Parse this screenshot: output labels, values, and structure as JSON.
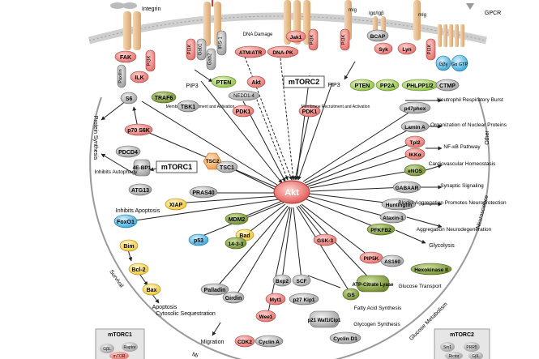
{
  "colors": {
    "red_node": "#f08a86",
    "red_node_dark": "#e25f5a",
    "gray_node": "#b5b5b5",
    "green_node": "#9fcc58",
    "olive_node": "#7e9a3c",
    "yellow_node": "#f7d64a",
    "orange_node": "#f2a65a",
    "blue_node": "#4fb6e6",
    "receptor": "#efc79b",
    "membrane": "#c9c9c9"
  },
  "membrane": {
    "receptors": {
      "integrin": "Integrin",
      "gpcr": "GPCR",
      "mig1": "mIg",
      "mig2": "mIg",
      "igab": "Igα/Igβ"
    }
  },
  "nodes": {
    "fak": "FAK",
    "paxillin": "Paxillin",
    "ilk": "ILK",
    "pi3k_left": "PI3K",
    "pi3k_gab": "PI3K",
    "gab1": "Gab1",
    "gab2": "Gab2",
    "irs1": "IRS-1",
    "dna_damage": "DNA Damage",
    "atm_atr": "ATM/ATR",
    "dna_pk": "DNA-PK",
    "jak1": "Jak1",
    "pi3k_jak": "PI3K",
    "pi3k_bcr": "PI3K",
    "bcap": "BCAP",
    "syk": "Syk",
    "lyn": "Lyn",
    "pi3k_gpcr": "PI3K",
    "gbg": "Gβγ",
    "gagtp": "Gα GTP",
    "pip3_left": "PIP3",
    "pten_left": "PTEN",
    "akt_small": "Akt",
    "nedd": "NEDD1-4",
    "pdk1_left": "PDK1",
    "membrane_recruit_left": "Membrane Recruitment and Activation",
    "mtorc2": "mTORC2",
    "pip3_right": "PIP3",
    "pten_right": "PTEN",
    "pp2a": "PP2A",
    "phlpp": "PHLPP1/2",
    "ctmp": "CTMP",
    "pdk1_right": "PDK1",
    "membrane_recruit_right": "Membrane Recruitment and Activation",
    "s6": "S6",
    "traf6": "TRAF6",
    "tbk1": "TBK1",
    "p70s6k": "p70 S6K",
    "pdcd4": "PDCD4",
    "ebp1": "4E-BP1",
    "mtorc1": "mTORC1",
    "tsc2": "TSC2",
    "tsc1": "TSC1",
    "inhibits_autophagy": "Inhibits Autophagy",
    "atg13": "ATG13",
    "pras40": "PRAS40",
    "akt": "Akt",
    "xiap": "XIAP",
    "inhibits_apoptosis": "Inhibits Apoptosis",
    "foxo1": "FoxO1",
    "mdm2": "MDM2",
    "p53": "p53",
    "bim": "Bim",
    "bad": "Bad",
    "ywhaz": "14-3-3",
    "bcl2": "Bcl-2",
    "bax": "Bax",
    "apoptosis": "Apoptosis",
    "palladin": "Palladin",
    "cyto_seq": "Cytosolic Sequestration",
    "girdin": "Girdin",
    "migration": "Migration",
    "bxp2": "Bxp2",
    "scf": "SCF",
    "myt1": "Myt1",
    "p27": "p27 Kip1",
    "wee1": "Wee1",
    "p21": "p21 Waf1/Cip1",
    "cdk2": "CDK2",
    "cyclin_a": "Cyclin A",
    "cyclin_d1": "Cyclin D1",
    "gsk3": "GSK-3",
    "pip5k": "PIP5K",
    "as160": "AS160",
    "acly": "ATP-Citrate Lyase",
    "gs": "GS",
    "fatty_acid": "Fatty Acid Synthesis",
    "glycogen": "Glycogen Synthesis",
    "glucose_transport": "Glucose Transport",
    "hexokinase": "Hexokinase II",
    "glycolysis": "Glycolysis",
    "pfkfb2": "PFKFB2",
    "ataxin": "Ataxin-1",
    "huntingtin": "Huntingtin",
    "gabaar": "GABAAR",
    "enos": "eNOS",
    "ikka": "IKKα",
    "tpl2": "Tpl2",
    "lamin": "Lamin A",
    "p47phox": "p47phox",
    "neutrophil": "Neutrophil Respiratory Burst",
    "nuclear_org": "Organization of Nuclear Proteins",
    "nfkb": "NF-κB Pathway",
    "cardio": "Cardiovascular Homeostasis",
    "synaptic": "Synaptic Signaling",
    "huntingtin_out": "Blocks Aggregation Promotes Neuroprotection",
    "aggregation": "Aggregation Neurodegeneration"
  },
  "regions": {
    "protein_synthesis": "Protein Synthesis",
    "survival": "Survival",
    "other": "Other",
    "neuroscience": "Neuroscience",
    "glucose_metabolism": "Glucose Metabolism",
    "migration_cut": "Mi"
  },
  "insets": {
    "left": {
      "title": "mTORC1",
      "items": [
        "GβL",
        "Raptor",
        "mTOR"
      ]
    },
    "right": {
      "title": "mTORC2",
      "items": [
        "Sin1",
        "PRR5",
        "Rictor",
        "GβL"
      ]
    }
  }
}
